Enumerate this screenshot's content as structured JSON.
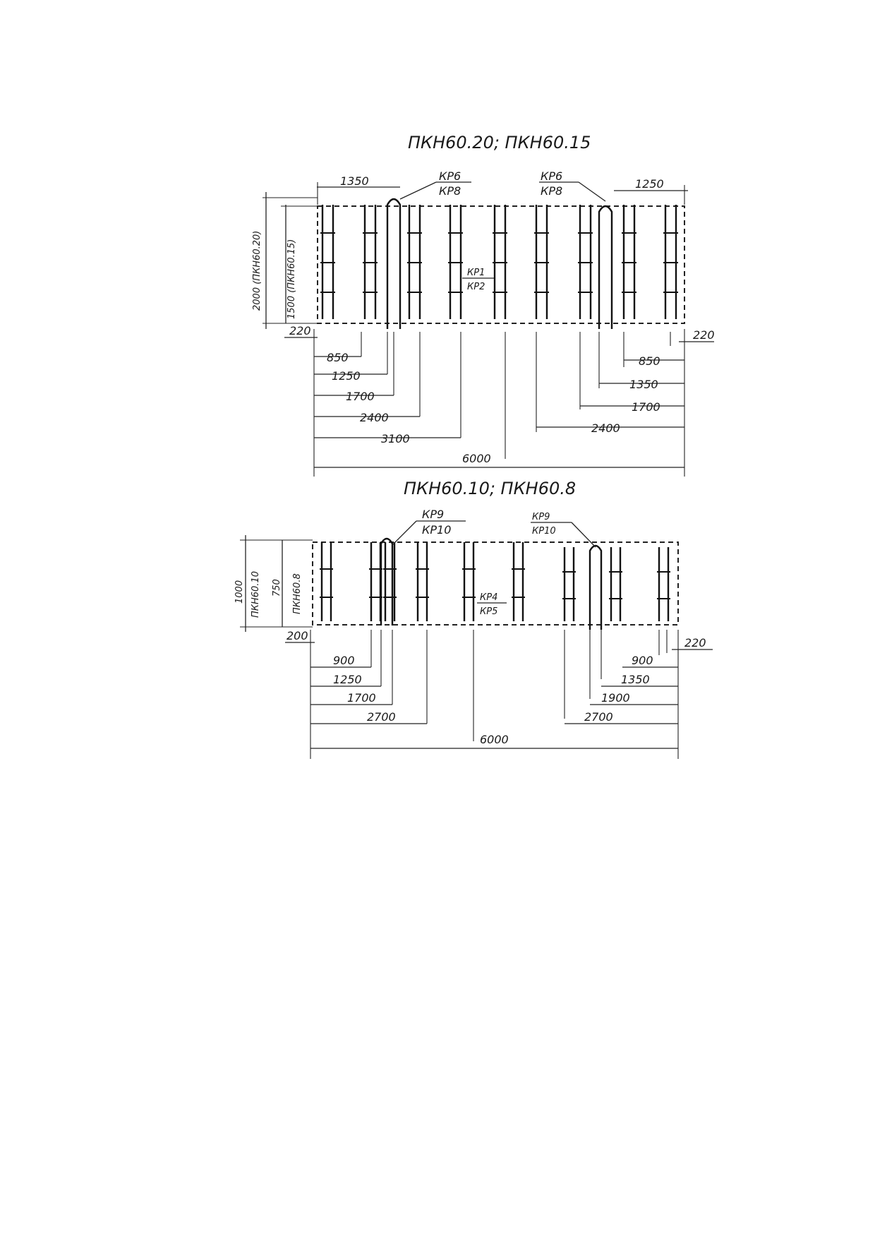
{
  "drawing_top": {
    "title": "ПКН60.20; ПКН60.15",
    "callouts": {
      "left": {
        "upper": "КР6",
        "lower": "КР8"
      },
      "right": {
        "upper": "КР6",
        "lower": "КР8"
      },
      "middle": {
        "upper": "КР1",
        "lower": "КР2"
      }
    },
    "height_labels": {
      "outer": "2000 (ПКН60.20)",
      "inner": "1500 (ПКН60.15)"
    },
    "dims_top": {
      "left": "1350",
      "right": "1250"
    },
    "dims_left": [
      "220",
      "850",
      "1250",
      "1700",
      "2400",
      "3100",
      "6000"
    ],
    "dims_right": [
      "220",
      "850",
      "1350",
      "1700",
      "2400"
    ]
  },
  "drawing_bottom": {
    "title": "ПКН60.10; ПКН60.8",
    "callouts": {
      "left": {
        "upper": "КР9",
        "lower": "КР10"
      },
      "right": {
        "upper": "КР9",
        "lower": "КР10"
      },
      "middle": {
        "upper": "КР4",
        "lower": "КР5"
      }
    },
    "height_labels": {
      "outer": "1000",
      "outer_sub": "ПКН60.10",
      "inner": "750",
      "inner_sub": "ПКН60.8"
    },
    "dims_left": [
      "200",
      "900",
      "1250",
      "1700",
      "2700",
      "6000"
    ],
    "dims_right": [
      "220",
      "900",
      "1350",
      "1900",
      "2700"
    ]
  }
}
